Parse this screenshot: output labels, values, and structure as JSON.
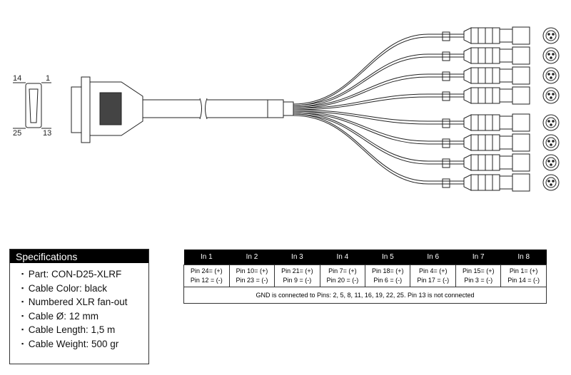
{
  "pin_labels": {
    "top_left": "14",
    "top_right": "1",
    "bottom_left": "25",
    "bottom_right": "13"
  },
  "specifications": {
    "title": "Specifications",
    "items": [
      "Part: CON-D25-XLRF",
      "Cable Color: black",
      "Numbered XLR fan-out",
      "Cable Ø: 12 mm",
      "Cable Length: 1,5 m",
      "Cable Weight: 500 gr"
    ]
  },
  "pinout": {
    "columns": [
      {
        "name": "In 1",
        "plus": "Pin 24= (+)",
        "minus": "Pin 12 = (-)"
      },
      {
        "name": "In 2",
        "plus": "Pin 10= (+)",
        "minus": "Pin 23 = (-)"
      },
      {
        "name": "In 3",
        "plus": "Pin 21= (+)",
        "minus": "Pin 9 = (-)"
      },
      {
        "name": "In 4",
        "plus": "Pin 7= (+)",
        "minus": "Pin 20 = (-)"
      },
      {
        "name": "In 5",
        "plus": "Pin 18= (+)",
        "minus": "Pin 6 = (-)"
      },
      {
        "name": "In 6",
        "plus": "Pin 4= (+)",
        "minus": "Pin 17 = (-)"
      },
      {
        "name": "In 7",
        "plus": "Pin 15= (+)",
        "minus": "Pin 3 = (-)"
      },
      {
        "name": "In 8",
        "plus": "Pin 1= (+)",
        "minus": "Pin 14 = (-)"
      }
    ],
    "note": "GND is connected to Pins: 2, 5, 8, 11, 16, 19, 22, 25. Pin 13 is not connected"
  }
}
